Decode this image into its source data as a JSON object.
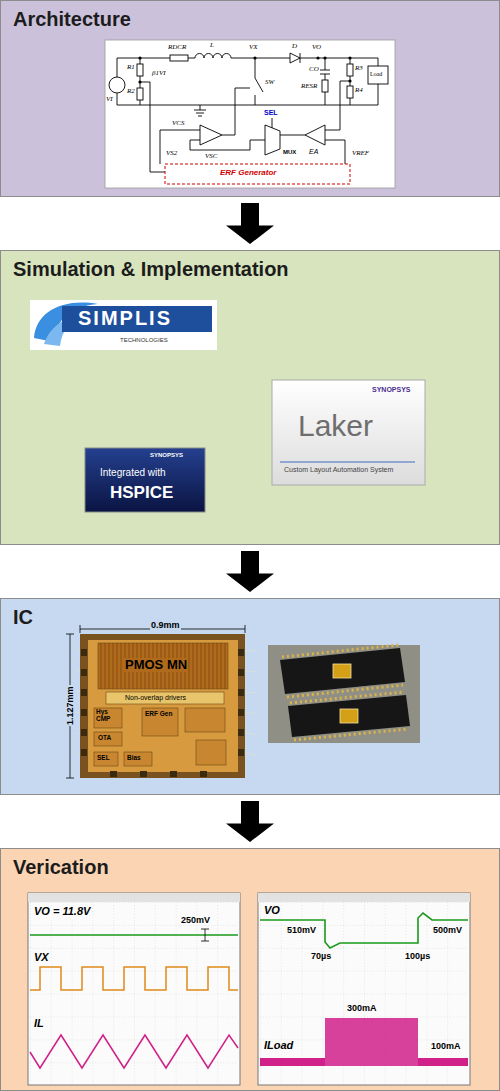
{
  "diagram": {
    "nodes": [
      {
        "text": [
          "Architecture"
        ]
      },
      {
        "text": [
          "Simulation & Implementation"
        ]
      },
      {
        "text": [
          "IC"
        ]
      },
      {
        "text": [
          "Verication"
        ]
      }
    ],
    "edges": [
      {
        "from": 0,
        "to": 1,
        "arrow": "to"
      },
      {
        "from": 1,
        "to": 2,
        "arrow": "to"
      },
      {
        "from": 2,
        "to": 3,
        "arrow": "to"
      }
    ],
    "labels": [
      "VI",
      "R1",
      "R2",
      "β1VI",
      "RDCR",
      "L",
      "VX",
      "D",
      "VO",
      "CO",
      "RESR",
      "R3",
      "R4",
      "Load",
      "SW",
      "SEL",
      "MUX",
      "EA",
      "VCS",
      "VSC",
      "VS2",
      "VREF",
      "ERF Generator",
      "SIMPLIS",
      "TECHNOLOGIES",
      "SYNOPSYS",
      "Integrated with",
      "HSPICE",
      "SYNOPSYS",
      "Laker",
      "Custom Layout Automation System",
      "0.9mm",
      "1.127mm",
      "PMOS MN",
      "Non-overlap drivers",
      "Hys CMP",
      "ERF Gen",
      "OTA",
      "SEL",
      "Bias",
      "VO = 11.8V",
      "250mV",
      "VX",
      "IL",
      "VO",
      "510mV",
      "500mV",
      "70µs",
      "100µs",
      "ILoad",
      "300mA",
      "100mA"
    ]
  }
}
